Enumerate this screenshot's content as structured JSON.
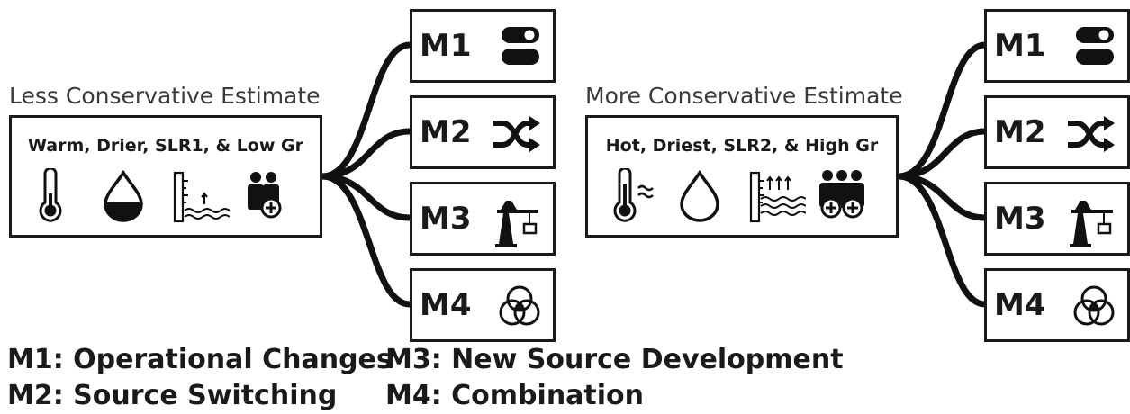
{
  "left": {
    "title": "Less Conservative Estimate",
    "scenario": "Warm, Drier, SLR1, & Low Gr"
  },
  "right": {
    "title": "More Conservative Estimate",
    "scenario": "Hot, Driest, SLR2, & High Gr"
  },
  "measures": [
    {
      "label": "M1",
      "icon": "toggle-switch-icon"
    },
    {
      "label": "M2",
      "icon": "shuffle-icon"
    },
    {
      "label": "M3",
      "icon": "crane-icon"
    },
    {
      "label": "M4",
      "icon": "venn-diagram-icon"
    }
  ],
  "legend": {
    "m1": "M1: Operational Changes",
    "m2": "M2: Source Switching",
    "m3": "M3: New Source Development",
    "m4": "M4: Combination"
  }
}
